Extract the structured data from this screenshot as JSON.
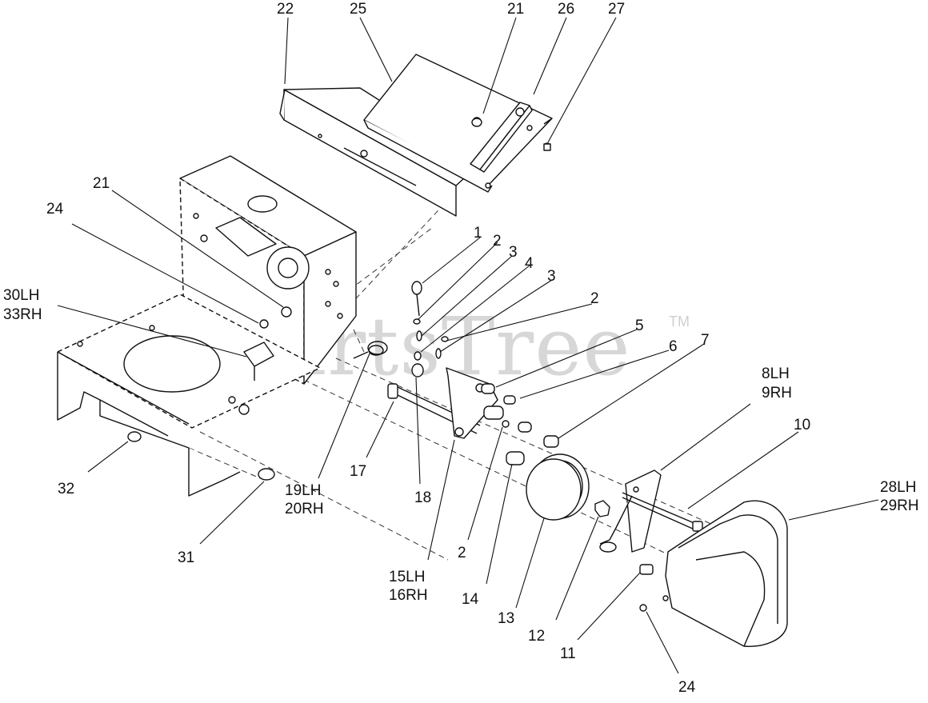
{
  "watermark": {
    "text": "PartsTree",
    "trademark": "TM"
  },
  "callouts": {
    "c22": "22",
    "c25": "25",
    "c21_top": "21",
    "c26": "26",
    "c27": "27",
    "c21_left": "21",
    "c24_left": "24",
    "c30lh": "30LH",
    "c33rh": "33RH",
    "c32": "32",
    "c31": "31",
    "c19lh": "19LH",
    "c20rh": "20RH",
    "c17": "17",
    "c18": "18",
    "c15lh": "15LH",
    "c16rh": "16RH",
    "c2_bottom": "2",
    "c14": "14",
    "c13": "13",
    "c12": "12",
    "c11": "11",
    "c24_bottom": "24",
    "c1": "1",
    "c2_a": "2",
    "c3_a": "3",
    "c4": "4",
    "c3_b": "3",
    "c2_b": "2",
    "c5": "5",
    "c6": "6",
    "c7": "7",
    "c8lh": "8LH",
    "c9rh": "9RH",
    "c10": "10",
    "c28lh": "28LH",
    "c29rh": "29RH"
  }
}
